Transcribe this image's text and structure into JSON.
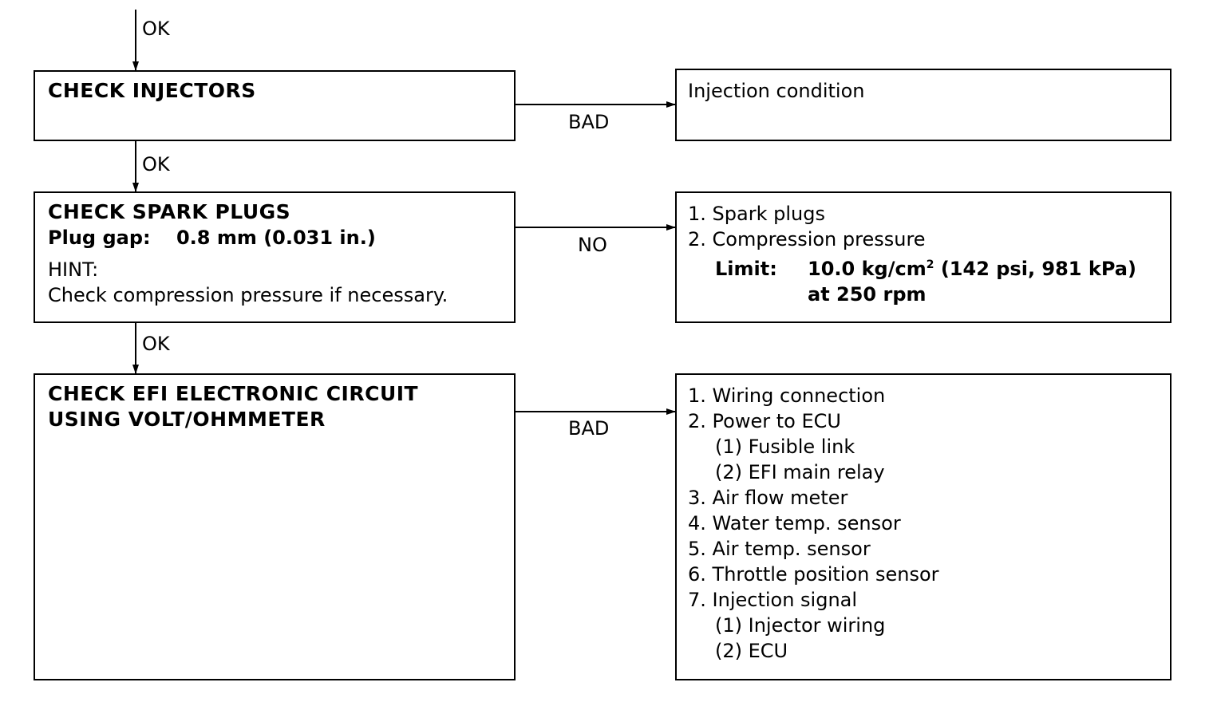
{
  "flow": {
    "ok_label": "OK",
    "bad_label": "BAD",
    "no_label": "NO"
  },
  "check_injectors": {
    "title": "CHECK INJECTORS"
  },
  "injection_result": {
    "text": "Injection condition"
  },
  "check_spark_plugs": {
    "title": "CHECK SPARK PLUGS",
    "plug_gap_label": "Plug gap:",
    "plug_gap_value": "0.8 mm (0.031 in.)",
    "hint_label": "HINT:",
    "hint_text": "Check compression pressure if necessary."
  },
  "spark_result": {
    "item1": "1. Spark plugs",
    "item2": "2. Compression pressure",
    "limit_label": "Limit:",
    "limit_value_pre": "10.0 kg/cm",
    "limit_value_sup": "2",
    "limit_value_post": " (142 psi, 981 kPa)",
    "limit_rpm": "at 250 rpm"
  },
  "check_efi": {
    "title_line1": "CHECK EFI ELECTRONIC CIRCUIT",
    "title_line2": "USING VOLT/OHMMETER"
  },
  "efi_result": {
    "items": [
      "1. Wiring connection",
      "2. Power to ECU",
      "(1) Fusible link",
      "(2) EFI main relay",
      "3. Air flow meter",
      "4. Water temp. sensor",
      "5. Air temp. sensor",
      "6. Throttle position sensor",
      "7. Injection signal",
      "(1) Injector wiring",
      "(2) ECU"
    ]
  }
}
